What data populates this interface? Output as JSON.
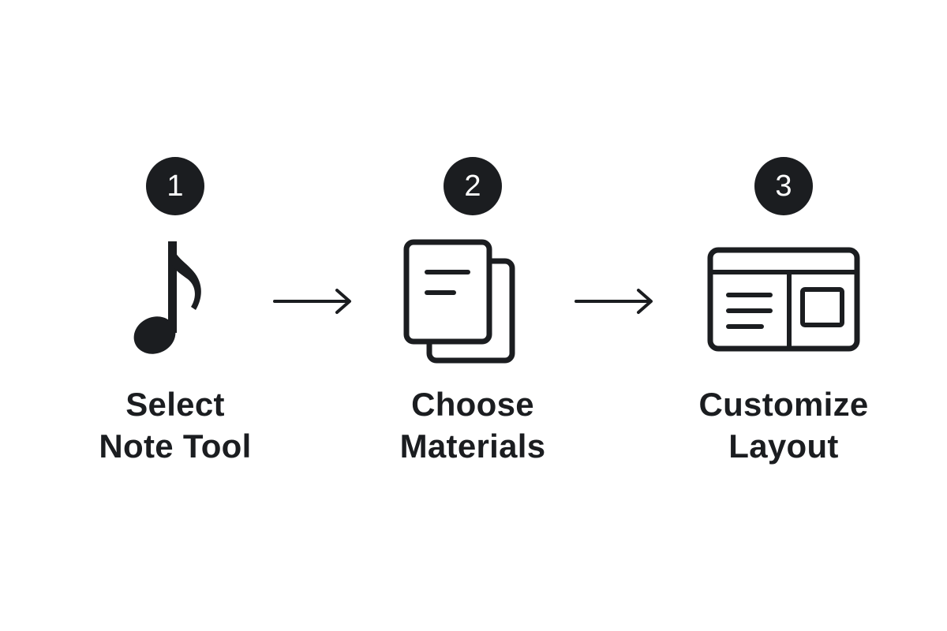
{
  "steps": [
    {
      "number": "1",
      "label_line1": "Select",
      "label_line2": "Note Tool",
      "icon": "music-note-icon"
    },
    {
      "number": "2",
      "label_line1": "Choose",
      "label_line2": "Materials",
      "icon": "documents-icon"
    },
    {
      "number": "3",
      "label_line1": "Customize",
      "label_line2": "Layout",
      "icon": "layout-window-icon"
    }
  ],
  "connectors": [
    "right-arrow-icon",
    "right-arrow-icon"
  ],
  "colors": {
    "foreground": "#1b1d20",
    "background": "#ffffff",
    "badge_text": "#ffffff"
  }
}
